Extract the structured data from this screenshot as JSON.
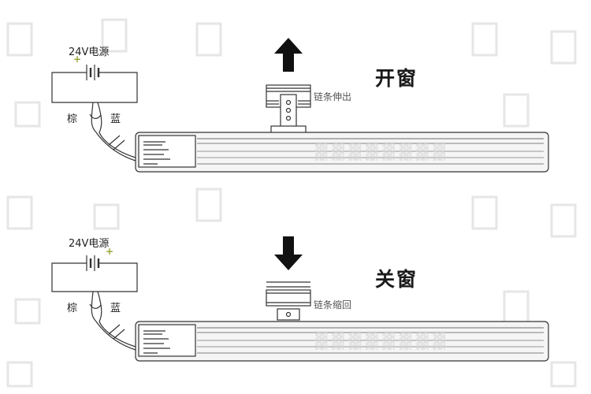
{
  "panels": [
    {
      "id": "open",
      "title": "开窗",
      "power_label": "24V电源",
      "wire_left_label": "棕",
      "wire_right_label": "蓝",
      "chain_label": "链条伸出",
      "arrow_direction": "up",
      "plus_side": "left"
    },
    {
      "id": "close",
      "title": "关窗",
      "power_label": "24V电源",
      "wire_left_label": "棕",
      "wire_right_label": "蓝",
      "chain_label": "链条缩回",
      "arrow_direction": "down",
      "plus_side": "right"
    }
  ],
  "plus_sign": "+",
  "colors": {
    "line": "#333333",
    "body_fill": "#f4f4f4",
    "plus": "#9aa43a",
    "arrow": "#111111"
  }
}
